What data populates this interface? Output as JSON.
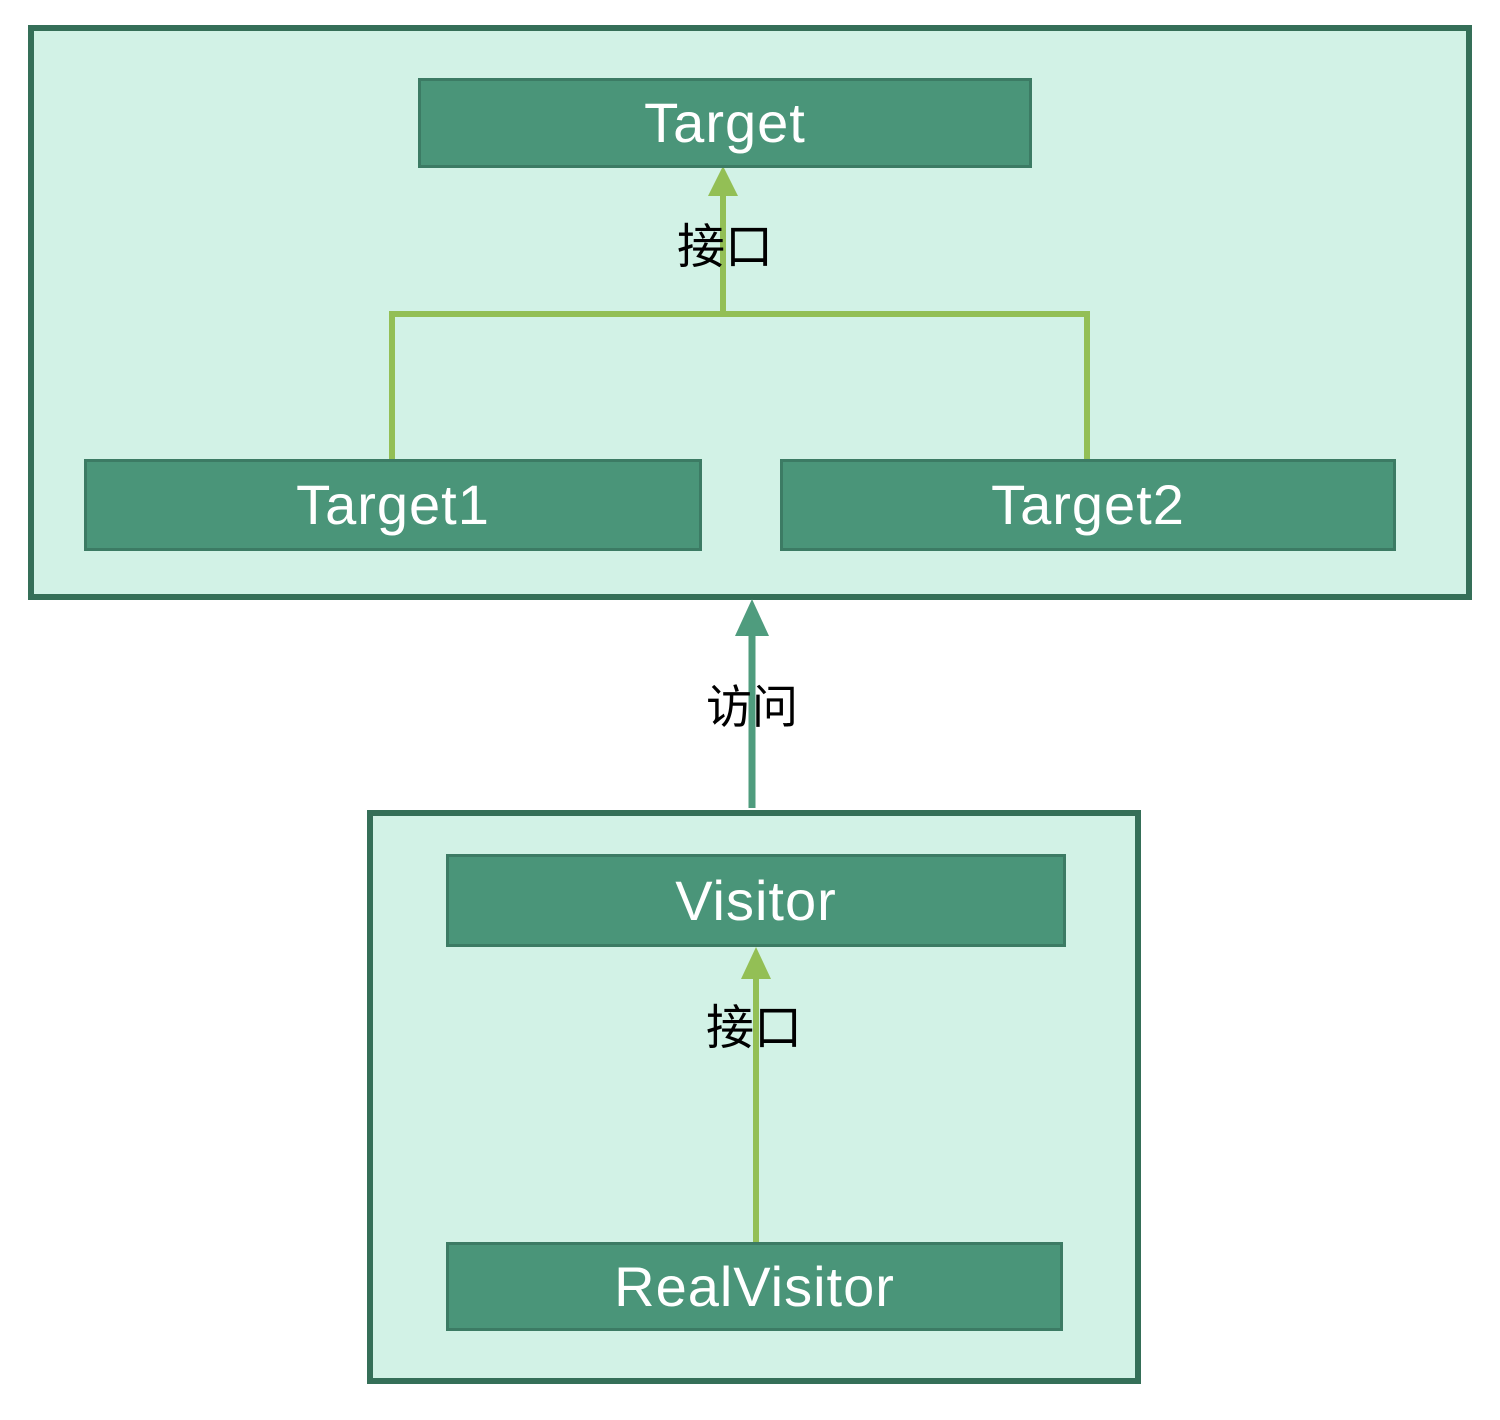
{
  "colors": {
    "canvas_bg": "#ffffff",
    "container_fill": "#d2f2e6",
    "container_border": "#356f58",
    "node_fill": "#4a9579",
    "node_border": "#3c7b64",
    "node_text": "#ffffff",
    "label_text": "#000000",
    "inherit_arrow": "#93bf55",
    "access_arrow": "#4f9c7e"
  },
  "diagram": {
    "top_group": {
      "interface_node": "Target",
      "impl_nodes": [
        "Target1",
        "Target2"
      ],
      "interface_edge_label": "接口"
    },
    "access_edge_label": "访问",
    "bottom_group": {
      "interface_node": "Visitor",
      "impl_nodes": [
        "RealVisitor"
      ],
      "interface_edge_label": "接口"
    }
  }
}
